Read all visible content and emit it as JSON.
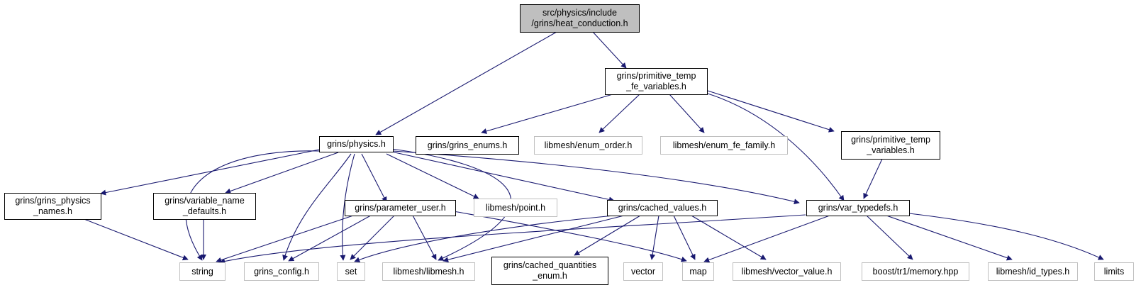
{
  "nodes": {
    "root": "src/physics/include\n/grins/heat_conduction.h",
    "primitive_temp_fe_variables": "grins/primitive_temp\n_fe_variables.h",
    "physics": "grins/physics.h",
    "grins_enums": "grins/grins_enums.h",
    "enum_order": "libmesh/enum_order.h",
    "enum_fe_family": "libmesh/enum_fe_family.h",
    "primitive_temp_variables": "grins/primitive_temp\n_variables.h",
    "grins_physics_names": "grins/grins_physics\n_names.h",
    "variable_name_defaults": "grins/variable_name\n_defaults.h",
    "parameter_user": "grins/parameter_user.h",
    "point": "libmesh/point.h",
    "cached_values": "grins/cached_values.h",
    "var_typedefs": "grins/var_typedefs.h",
    "string": "string",
    "grins_config": "grins_config.h",
    "set": "set",
    "libmesh": "libmesh/libmesh.h",
    "cached_quantities_enum": "grins/cached_quantities\n_enum.h",
    "vector": "vector",
    "map": "map",
    "vector_value": "libmesh/vector_value.h",
    "memory": "boost/tr1/memory.hpp",
    "id_types": "libmesh/id_types.h",
    "limits": "limits"
  },
  "colors": {
    "edge": "#191970",
    "root_fill": "#bfbfbf",
    "solid_border": "#000000",
    "faded_border": "#bfbfbf"
  }
}
